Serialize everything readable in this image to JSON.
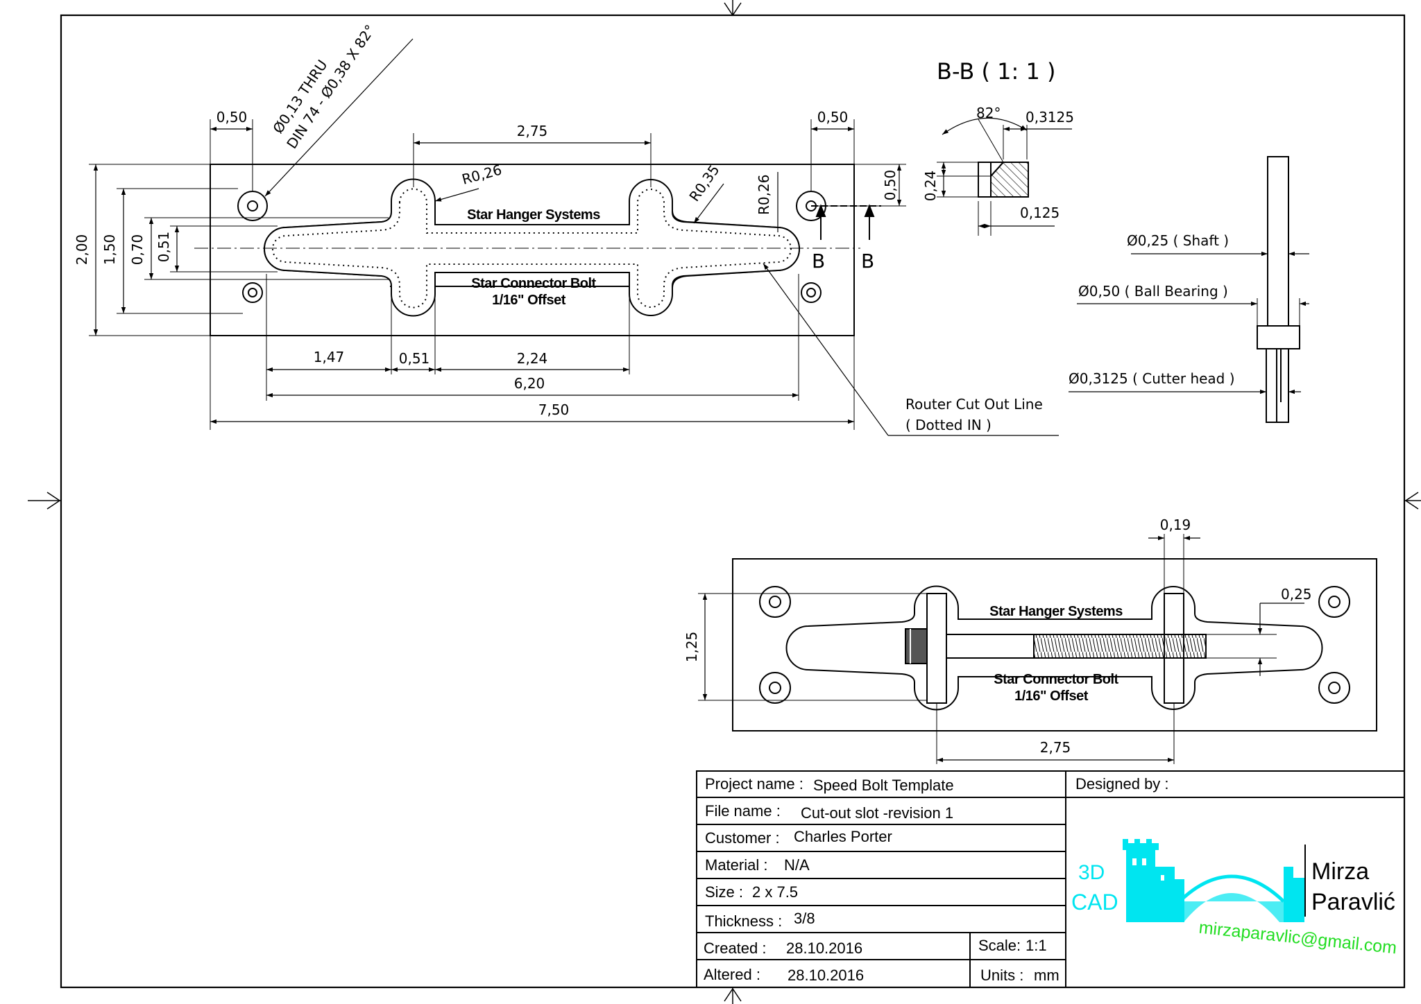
{
  "section_view": {
    "title": "B-B ( 1: 1 )",
    "angle": "82°",
    "dim_top": "0,3125",
    "dim_height": "0,24",
    "dim_bottom": "0,125"
  },
  "main_view": {
    "label_top": "Star Hanger Systems",
    "label_bottom_1": "Star Connector Bolt",
    "label_bottom_2": "1/16\" Offset",
    "hole_note_1": "Ø0,13 THRU",
    "hole_note_2": "DIN 74 - Ø0,38 X 82°",
    "dim_hole_left": "0,50",
    "dim_slot_spacing": "2,75",
    "dim_hole_right": "0,50",
    "dim_hole_top": "0,50",
    "radius_1": "R0,26",
    "radius_2": "R0,35",
    "radius_3": "R0,26",
    "dim_height_total": "2,00",
    "dim_hole_spacing": "1,50",
    "dim_cross_width": "0,70",
    "dim_slot_width": "0,51",
    "dim_a": "1,47",
    "dim_b": "0,51",
    "dim_c": "2,24",
    "dim_slot_length": "6,20",
    "dim_length_total": "7,50",
    "section_mark": "B",
    "router_note_1": "Router Cut Out Line",
    "router_note_2": "( Dotted IN )"
  },
  "cutter_view": {
    "shaft": "Ø0,25 ( Shaft )",
    "bearing": "Ø0,50 ( Ball Bearing )",
    "head": "Ø0,3125 ( Cutter head )"
  },
  "assembly_view": {
    "label_top": "Star Hanger Systems",
    "label_bottom_1": "Star Connector Bolt",
    "label_bottom_2": "1/16\" Offset",
    "dim_width": "0,19",
    "dim_bolt": "0,25",
    "dim_height": "1,25",
    "dim_spacing": "2,75"
  },
  "title_block": {
    "project_label": "Project name :",
    "project_value": "Speed Bolt Template",
    "designed_by_label": "Designed by :",
    "file_label": "File name :",
    "file_value": "Cut-out slot -revision 1",
    "customer_label": "Customer :",
    "customer_value": "Charles Porter",
    "material_label": "Material :",
    "material_value": "N/A",
    "size_label": "Size :",
    "size_value": "2 x 7.5",
    "thickness_label": "Thickness :",
    "thickness_value": "3/8",
    "created_label": "Created :",
    "created_value": "28.10.2016",
    "scale_label": "Scale:",
    "scale_value": "1:1",
    "altered_label": "Altered :",
    "altered_value": "28.10.2016",
    "units_label": "Units :",
    "units_value": "mm"
  },
  "logo": {
    "line_1": "3D",
    "line_2": "CAD",
    "name_1": "Mirza",
    "name_2": "Paravlić",
    "email": "mirzaparavlic@gmail.com"
  },
  "colors": {
    "ink": "#000000",
    "logo_cyan": "#00e5f0",
    "email_green": "#22dd22"
  }
}
